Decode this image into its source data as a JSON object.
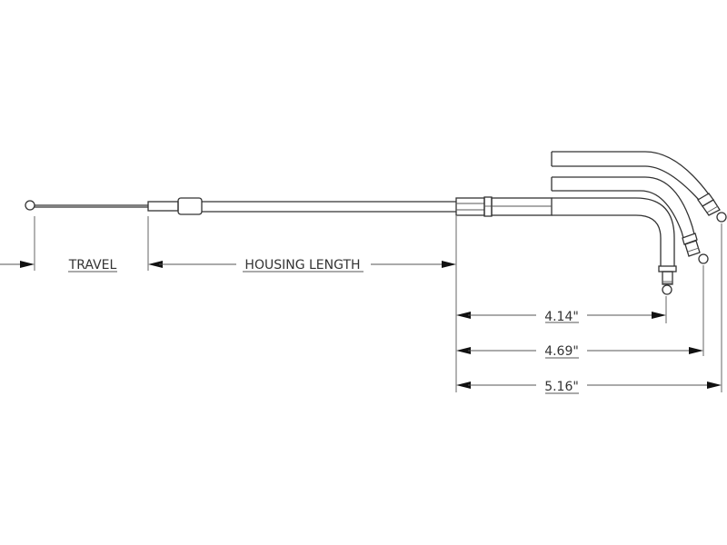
{
  "diagram": {
    "title_labels": {
      "travel": "TRAVEL",
      "housing_length": "HOUSING LENGTH"
    },
    "dimensions": [
      {
        "label": "4.14\""
      },
      {
        "label": "4.69\""
      },
      {
        "label": "5.16\""
      }
    ],
    "line_color": "#333333"
  }
}
